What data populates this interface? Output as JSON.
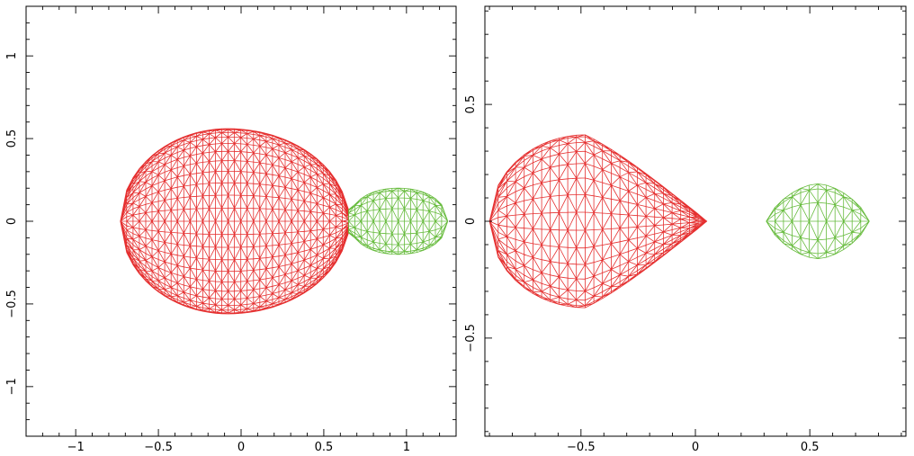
{
  "chart_data": [
    {
      "type": "wireframe",
      "title": "",
      "xlabel": "",
      "ylabel": "",
      "xlim": [
        -1.3,
        1.3
      ],
      "ylim": [
        -1.3,
        1.3
      ],
      "x_ticks": [
        "−1",
        "−0.5",
        "0",
        "0.5",
        "1"
      ],
      "x_tick_values": [
        -1,
        -0.5,
        0,
        0.5,
        1
      ],
      "y_ticks": [
        "−1",
        "−0.5",
        "0",
        "0.5",
        "1"
      ],
      "y_tick_values": [
        -1,
        -0.5,
        0,
        0.5,
        1
      ],
      "bodies": [
        {
          "color": "#e52f2f",
          "x_min": -0.73,
          "x_max": 0.65,
          "x_center": -0.08,
          "half_height": 0.56,
          "neck_half_height": 0.07,
          "shape": "contact-primary"
        },
        {
          "color": "#66bb3c",
          "x_min": 0.65,
          "x_max": 1.25,
          "x_center": 0.93,
          "half_height": 0.2,
          "neck_half_height": 0.07,
          "shape": "contact-secondary"
        }
      ],
      "grid": false,
      "legend": "none"
    },
    {
      "type": "wireframe",
      "title": "",
      "xlabel": "",
      "ylabel": "",
      "xlim": [
        -0.92,
        0.92
      ],
      "ylim": [
        -0.92,
        0.92
      ],
      "x_ticks": [
        "−0.5",
        "0",
        "0.5"
      ],
      "x_tick_values": [
        -0.5,
        0,
        0.5
      ],
      "y_ticks": [
        "−0.5",
        "0",
        "0.5"
      ],
      "y_tick_values": [
        -0.5,
        0,
        0.5
      ],
      "bodies": [
        {
          "color": "#e52f2f",
          "x_min": -0.9,
          "x_max": 0.05,
          "x_center": -0.48,
          "half_height": 0.37,
          "shape": "teardrop-right"
        },
        {
          "color": "#66bb3c",
          "x_min": 0.31,
          "x_max": 0.76,
          "x_center": 0.535,
          "half_height": 0.16,
          "shape": "lens"
        }
      ],
      "grid": false,
      "legend": "none"
    }
  ]
}
